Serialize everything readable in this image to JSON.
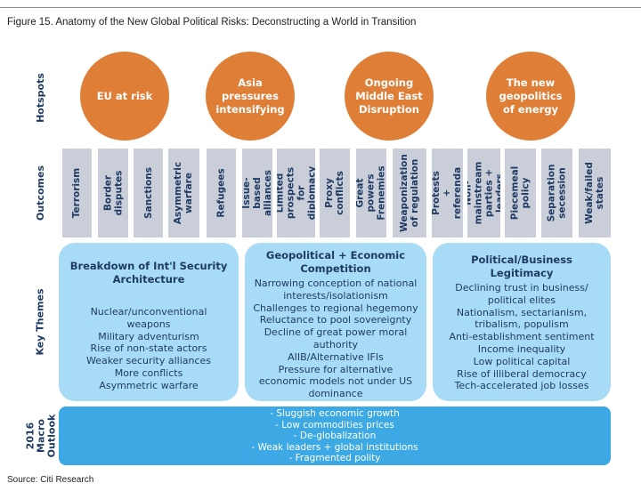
{
  "figure_title": "Figure 15. Anatomy of the New Global Political Risks: Deconstructing a World in Transition",
  "row_labels": {
    "hotspots": "Hotspots",
    "outcomes": "Outcomes",
    "key_themes": "Key Themes",
    "macro": "2016 Macro\nOutlook"
  },
  "hotspots": [
    "EU at risk",
    "Asia\npressures\nintensifying",
    "Ongoing\nMiddle East\nDisruption",
    "The new\ngeopolitics\nof energy"
  ],
  "outcomes": [
    "Terrorism",
    "Border disputes",
    "Sanctions",
    "Asymmetric\nwarfare",
    "Refugees",
    "Issue-based\nalliances",
    "Limited\nprospects for\ndiplomacy",
    "Proxy conflicts",
    "Great powers\nFrenemies",
    "Weaponization\nof regulation",
    "Protests +\nreferenda",
    "Non-mainstream\nparties + leaders",
    "Piecemeal\npolicy",
    "Separation\nsecession",
    "Weak/failed\nstates"
  ],
  "themes": [
    {
      "title": "Breakdown of Int'l Security Architecture",
      "items": [
        "Nuclear/unconventional",
        "weapons",
        "Military adventurism",
        "Rise of non-state actors",
        "Weaker security alliances",
        "More conflicts",
        "Asymmetric warfare"
      ]
    },
    {
      "title": "Geopolitical + Economic Competition",
      "items": [
        "Narrowing conception of national",
        "interests/isolationism",
        "Challenges to regional hegemony",
        "Reluctance to pool sovereignty",
        "Decline of great power moral",
        "authority",
        "AIIB/Alternative IFIs",
        "Pressure for alternative",
        "economic models not under US",
        "dominance"
      ]
    },
    {
      "title": "Political/Business Legitimacy",
      "items": [
        "Declining trust in business/",
        "political elites",
        "Nationalism, sectarianism,",
        "tribalism, populism",
        "Anti-establishment sentiment",
        "Income inequality",
        "Low political capital",
        "Rise of illiberal democracy",
        "Tech-accelerated job losses"
      ]
    }
  ],
  "macro_outlook": [
    "- Sluggish economic growth",
    "- Low commodities prices",
    "- De-globalization",
    "- Weak leaders + global institutions",
    "- Fragmented polity"
  ],
  "source": "Source: Citi Research",
  "colors": {
    "hotspot": "#de7e37",
    "outcome": "#c9ced8",
    "theme": "#a8dcf6",
    "macro": "#3da9e4",
    "text": "#1f3b63"
  }
}
